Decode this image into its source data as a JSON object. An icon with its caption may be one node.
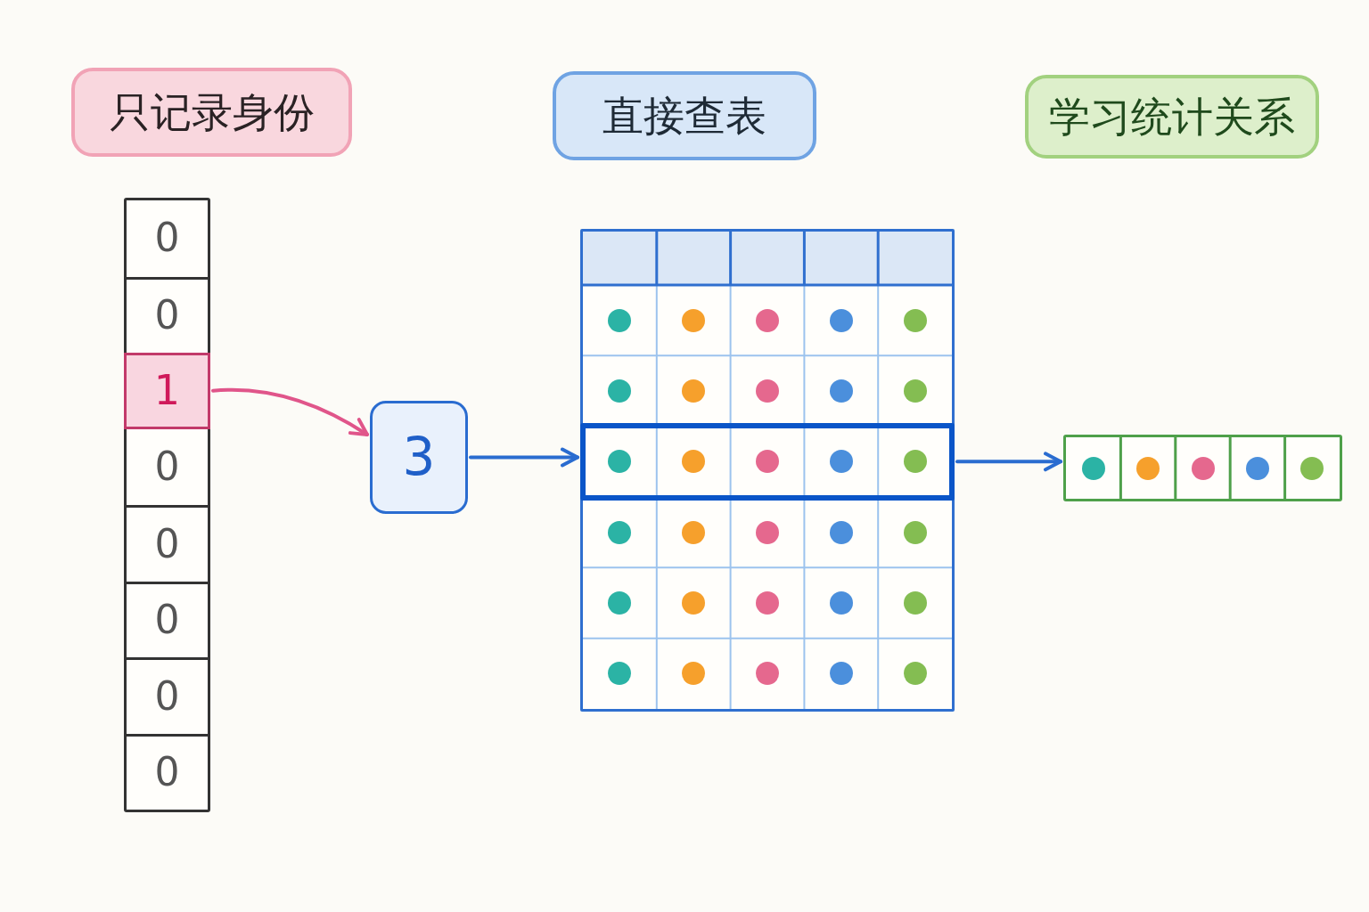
{
  "diagram": {
    "nodes": [
      {
        "text": [
          "只记录身份"
        ]
      },
      {
        "text": [
          "直接查表"
        ]
      },
      {
        "text": [
          "学习统计关系"
        ]
      },
      {
        "text": [],
        "shape": "bar"
      },
      {
        "text": [
          "0"
        ],
        "in": 3
      },
      {
        "text": [
          "0"
        ],
        "in": 3
      },
      {
        "text": [
          "1"
        ],
        "in": 3
      },
      {
        "text": [
          "0"
        ],
        "in": 3
      },
      {
        "text": [
          "0"
        ],
        "in": 3
      },
      {
        "text": [
          "0"
        ],
        "in": 3
      },
      {
        "text": [
          "0"
        ],
        "in": 3
      },
      {
        "text": [
          "0"
        ],
        "in": 3
      },
      {
        "text": [
          "3"
        ]
      },
      {
        "text": [],
        "shape": "box"
      },
      {
        "text": [],
        "shape": "bar",
        "in": 13
      },
      {
        "text": [],
        "shape": "bar"
      }
    ],
    "edges": [
      {
        "from": 6,
        "to": 12,
        "arrow": "to",
        "color": "#e0558a"
      },
      {
        "from": 12,
        "to": 14,
        "arrow": "to"
      },
      {
        "from": 14,
        "to": 15,
        "arrow": "to"
      }
    ]
  }
}
